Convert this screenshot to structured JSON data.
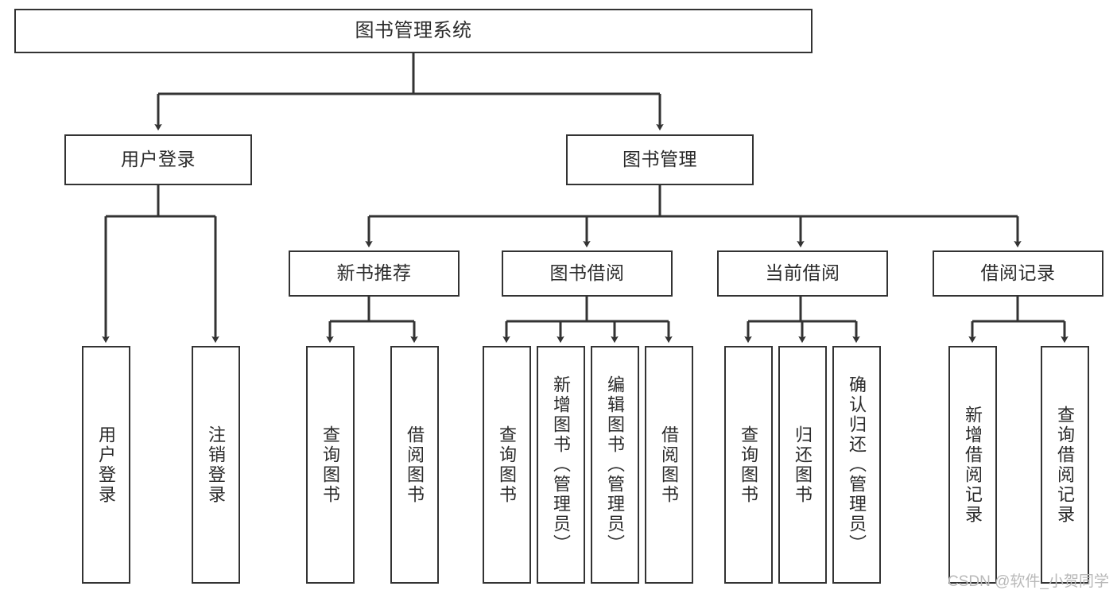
{
  "diagram": {
    "type": "tree-hierarchy-chart",
    "title": "图书管理系统",
    "orientation": "top-down",
    "colors": {
      "box_border": "#333333",
      "box_fill": "#ffffff",
      "connector": "#333333",
      "text": "#2b2b2b",
      "watermark": "#b9b9b9"
    }
  },
  "root": {
    "label": "图书管理系统"
  },
  "level2": [
    {
      "id": "user-login",
      "label": "用户登录"
    },
    {
      "id": "book-management",
      "label": "图书管理"
    }
  ],
  "level3": [
    {
      "id": "new-book-recommend",
      "label": "新书推荐"
    },
    {
      "id": "book-borrow",
      "label": "图书借阅"
    },
    {
      "id": "current-borrow",
      "label": "当前借阅"
    },
    {
      "id": "borrow-record",
      "label": "借阅记录"
    }
  ],
  "leaves": {
    "user_login": [
      {
        "id": "leaf-user-login",
        "label": "用户登录"
      },
      {
        "id": "leaf-logout-login",
        "label": "注销登录"
      }
    ],
    "new_book_recommend": [
      {
        "id": "leaf-query-book-1",
        "label": "查询图书"
      },
      {
        "id": "leaf-borrow-book-1",
        "label": "借阅图书"
      }
    ],
    "book_borrow": [
      {
        "id": "leaf-query-book-2",
        "label": "查询图书"
      },
      {
        "id": "leaf-add-book",
        "label": "新增图书（管理员）"
      },
      {
        "id": "leaf-edit-book",
        "label": "编辑图书（管理员）"
      },
      {
        "id": "leaf-borrow-book-2",
        "label": "借阅图书"
      }
    ],
    "current_borrow": [
      {
        "id": "leaf-query-book-3",
        "label": "查询图书"
      },
      {
        "id": "leaf-return-book",
        "label": "归还图书"
      },
      {
        "id": "leaf-confirm-return",
        "label": "确认归还（管理员）"
      }
    ],
    "borrow_record": [
      {
        "id": "leaf-add-record",
        "label": "新增借阅记录"
      },
      {
        "id": "leaf-query-record",
        "label": "查询借阅记录"
      }
    ]
  },
  "watermark": {
    "text": "CSDN @软件_小贺同学"
  }
}
